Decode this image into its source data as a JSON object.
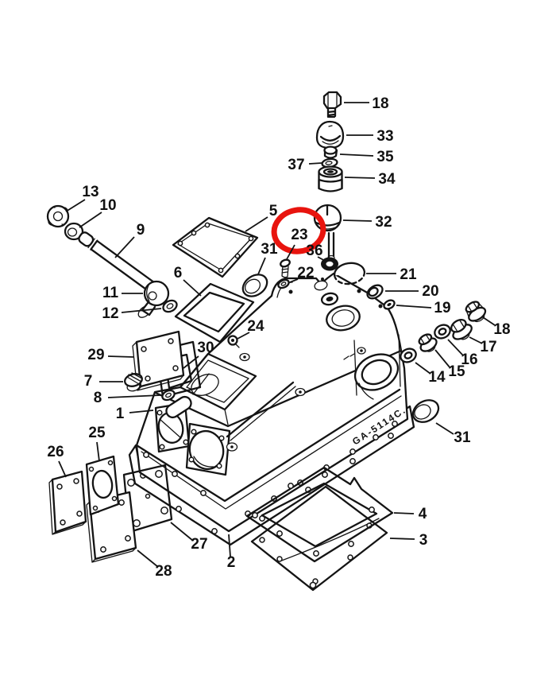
{
  "diagram": {
    "kind": "exploded-parts-diagram",
    "part_code": "GA-5114C.",
    "highlight_color": "#e8140e",
    "line_color": "#141414",
    "background_color": "#ffffff",
    "highlighted_part": "23",
    "callouts": [
      {
        "id": "18-top",
        "text": "18"
      },
      {
        "id": "33",
        "text": "33"
      },
      {
        "id": "35",
        "text": "35"
      },
      {
        "id": "37",
        "text": "37"
      },
      {
        "id": "34",
        "text": "34"
      },
      {
        "id": "32",
        "text": "32"
      },
      {
        "id": "23",
        "text": "23"
      },
      {
        "id": "36",
        "text": "36"
      },
      {
        "id": "22",
        "text": "22"
      },
      {
        "id": "5",
        "text": "5"
      },
      {
        "id": "31-left",
        "text": "31"
      },
      {
        "id": "6",
        "text": "6"
      },
      {
        "id": "21",
        "text": "21"
      },
      {
        "id": "20",
        "text": "20"
      },
      {
        "id": "19",
        "text": "19"
      },
      {
        "id": "18-right",
        "text": "18"
      },
      {
        "id": "17",
        "text": "17"
      },
      {
        "id": "16",
        "text": "16"
      },
      {
        "id": "15",
        "text": "15"
      },
      {
        "id": "14",
        "text": "14"
      },
      {
        "id": "13",
        "text": "13"
      },
      {
        "id": "10",
        "text": "10"
      },
      {
        "id": "9",
        "text": "9"
      },
      {
        "id": "11",
        "text": "11"
      },
      {
        "id": "12",
        "text": "12"
      },
      {
        "id": "29",
        "text": "29"
      },
      {
        "id": "30",
        "text": "30"
      },
      {
        "id": "24",
        "text": "24"
      },
      {
        "id": "7",
        "text": "7"
      },
      {
        "id": "8",
        "text": "8"
      },
      {
        "id": "1",
        "text": "1"
      },
      {
        "id": "25",
        "text": "25"
      },
      {
        "id": "26",
        "text": "26"
      },
      {
        "id": "27",
        "text": "27"
      },
      {
        "id": "28",
        "text": "28"
      },
      {
        "id": "2",
        "text": "2"
      },
      {
        "id": "4",
        "text": "4"
      },
      {
        "id": "3",
        "text": "3"
      },
      {
        "id": "31-right",
        "text": "31"
      }
    ]
  }
}
